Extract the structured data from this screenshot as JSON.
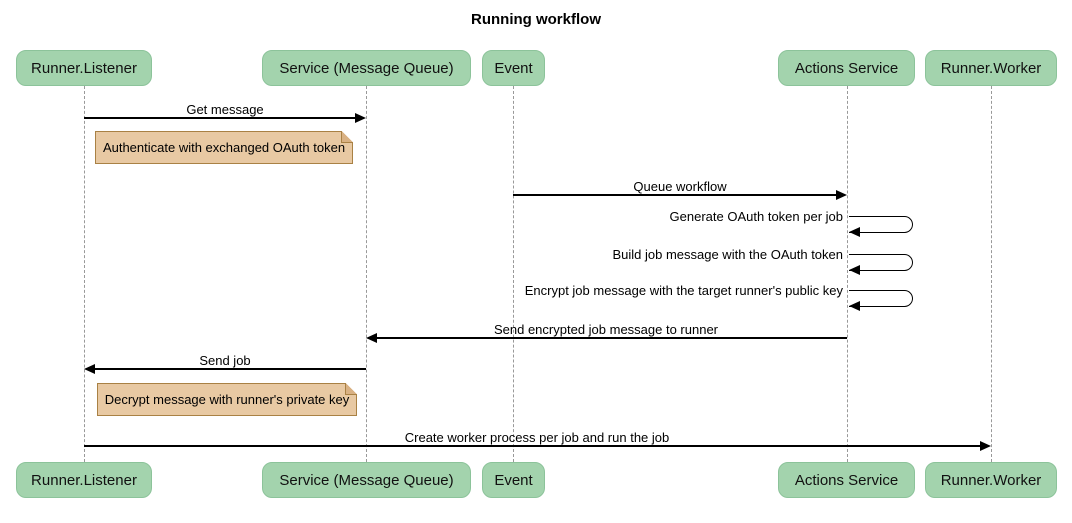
{
  "title": "Running workflow",
  "diagram_type": "sequence",
  "theme": {
    "actor-fill": "#a3d3ad",
    "actor-border": "#8cc39a",
    "note-fill": "#e8c9a3",
    "note-border": "#a98144",
    "note-fold": "#d9b183",
    "line": "#000000",
    "lifeline": "#999999",
    "text": "#111111",
    "bg": "#ffffff"
  },
  "actors": [
    {
      "label": "Runner.Listener"
    },
    {
      "label": "Service (Message Queue)"
    },
    {
      "label": "Event"
    },
    {
      "label": "Actions Service"
    },
    {
      "label": "Runner.Worker"
    }
  ],
  "messages": [
    {
      "type": "message",
      "label": "Get message",
      "from": "Runner.Listener",
      "to": "Service (Message Queue)"
    },
    {
      "type": "note",
      "label": "Authenticate with exchanged OAuth token",
      "over": "Runner.Listener"
    },
    {
      "type": "message",
      "label": "Queue workflow",
      "from": "Event",
      "to": "Actions Service"
    },
    {
      "type": "self",
      "label": "Generate OAuth token per job",
      "actor": "Actions Service"
    },
    {
      "type": "self",
      "label": "Build job message with the OAuth token",
      "actor": "Actions Service"
    },
    {
      "type": "self",
      "label": "Encrypt job message with the target runner's public key",
      "actor": "Actions Service"
    },
    {
      "type": "message",
      "label": "Send encrypted job message to runner",
      "from": "Actions Service",
      "to": "Service (Message Queue)"
    },
    {
      "type": "message",
      "label": "Send job",
      "from": "Service (Message Queue)",
      "to": "Runner.Listener"
    },
    {
      "type": "note",
      "label": "Decrypt message with runner's private key",
      "over": "Runner.Listener"
    },
    {
      "type": "message",
      "label": "Create worker process per job and run the job",
      "from": "Runner.Listener",
      "to": "Runner.Worker"
    }
  ]
}
